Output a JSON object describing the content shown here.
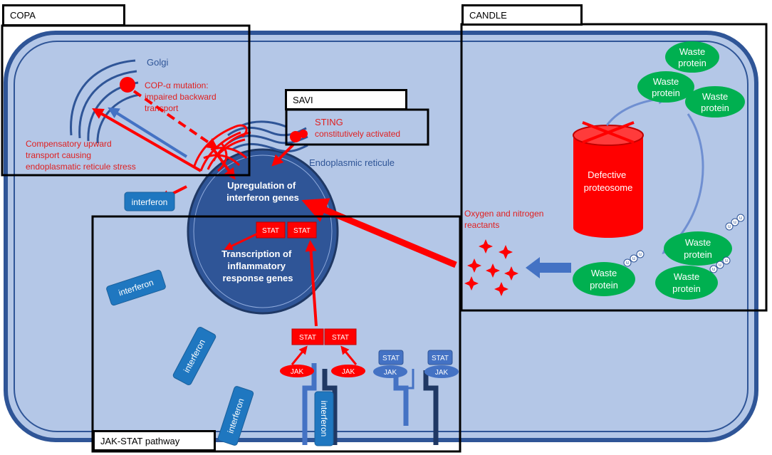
{
  "sections": {
    "copa": "COPA",
    "candle": "CANDLE",
    "savi": "SAVI",
    "jak_stat": "JAK-STAT pathway"
  },
  "labels": {
    "golgi": "Golgi",
    "cop_mutation": [
      "COP-α mutation:",
      "impaired backward",
      "transport"
    ],
    "compensatory": [
      "Compensatory upward",
      "transport causing",
      "endoplasmatic reticule stress"
    ],
    "sting": "STING",
    "sting_state": "constitutively activated",
    "er": "Endoplasmic reticule",
    "upregulation": [
      "Upregulation of",
      "interferon genes"
    ],
    "transcription": [
      "Transcription of",
      "inflammatory",
      "response genes"
    ],
    "stat": "STAT",
    "jak": "JAK",
    "interferon": "interferon",
    "defective": [
      "Defective",
      "proteosome"
    ],
    "waste": [
      "Waste",
      "protein"
    ],
    "ub": "u",
    "oxygen": [
      "Oxygen and nitrogen",
      "reactants"
    ]
  },
  "colors": {
    "cell_fill": "#b4c7e7",
    "cell_border": "#2f5597",
    "nucleus": "#2f5597",
    "red": "#ff0000",
    "blue_arrow": "#4472c4",
    "interferon_box": "#1f77c0",
    "waste_green": "#00b050",
    "dark_receptor": "#1f3864"
  }
}
